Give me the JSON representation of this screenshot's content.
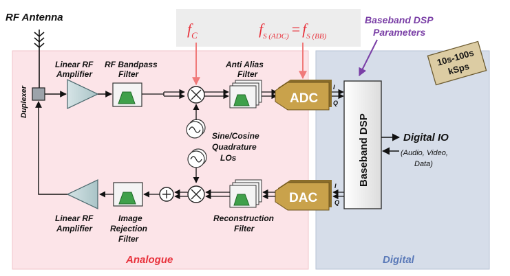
{
  "title": "RF Antenna",
  "duplexer": "Duplexer",
  "regions": {
    "analogue": "Analogue",
    "digital": "Digital"
  },
  "top_lna": [
    "Linear RF",
    "Amplifier"
  ],
  "bandpass": [
    "RF Bandpass",
    "Filter"
  ],
  "anti_alias": [
    "Anti Alias",
    "Filter"
  ],
  "adc": "ADC",
  "dac": "DAC",
  "iq": {
    "i": "I",
    "q": "Q"
  },
  "fc": {
    "main": "f",
    "sub": "C"
  },
  "fs_eq": {
    "f1": "f",
    "s1": "S (ADC)",
    "eq": "=",
    "f2": "f",
    "s2": "S (BB)"
  },
  "dsp_params": [
    "Baseband DSP",
    "Parameters"
  ],
  "dsp_block": "Baseband DSP",
  "rate_box": [
    "10s-100s",
    "kSps"
  ],
  "digital_io": {
    "title": "Digital IO",
    "sub": [
      "(Audio, Video,",
      "Data)"
    ]
  },
  "lo": [
    "Sine/Cosine",
    "Quadrature",
    "LOs"
  ],
  "reconstruction": [
    "Reconstruction",
    "Filter"
  ],
  "image_rej": [
    "Image",
    "Rejection",
    "Filter"
  ],
  "bottom_pa": [
    "Linear RF",
    "Amplifier"
  ],
  "colors": {
    "analogue_bg": "#fce4e8",
    "digital_bg": "#d6dde9",
    "accent_red": "#e8323c",
    "purple": "#7a3fa6",
    "gold": "#c9a24b",
    "rate_bg": "#dccca3"
  }
}
